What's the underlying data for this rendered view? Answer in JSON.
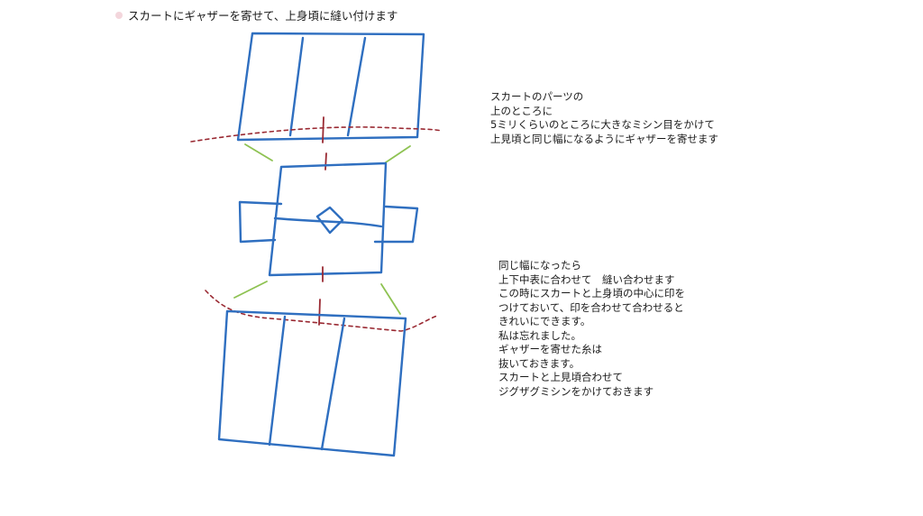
{
  "title": "スカートにギャザーを寄せて、上身頃に縫い付けます",
  "note_top": [
    "スカートのパーツの",
    "上のところに",
    "5ミリくらいのところに大きなミシン目をかけて",
    "上見頃と同じ幅になるようにギャザーを寄せます"
  ],
  "note_bottom": [
    "同じ幅になったら",
    "上下中表に合わせて　縫い合わせます",
    "この時にスカートと上身頃の中心に印を",
    "つけておいて、印を合わせて合わせると",
    "きれいにできます。",
    "私は忘れました。",
    "ギャザーを寄せた糸は",
    "抜いておきます。",
    "スカートと上見頃合わせて",
    "ジグザグミシンをかけておきます"
  ],
  "colors": {
    "outline": "#2f6fc0",
    "gather_line": "#9a2a33",
    "arrow": "#8ec252"
  }
}
